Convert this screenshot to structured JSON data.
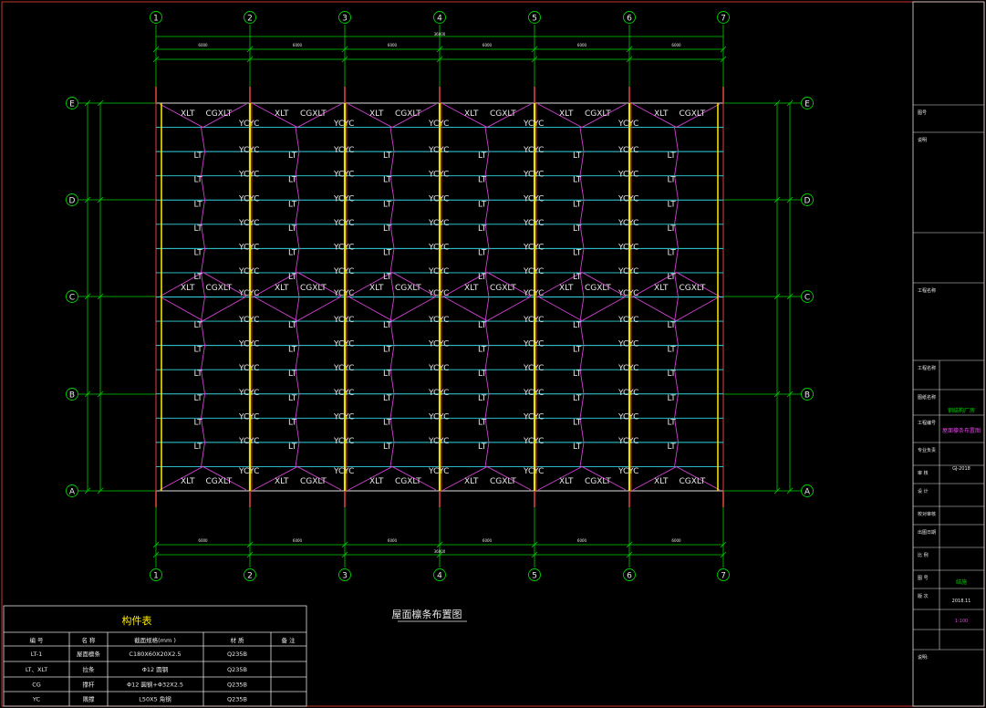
{
  "drawing": {
    "title": "屋面檩条布置图",
    "grid_columns": [
      "1",
      "2",
      "3",
      "4",
      "5",
      "6",
      "7"
    ],
    "grid_rows": [
      "E",
      "D",
      "C",
      "B",
      "A"
    ],
    "bay_dim": "6000",
    "total_dim": "36000",
    "labels": {
      "xlt": "XLT",
      "cgxlt": "CGXLT",
      "lt": "LT",
      "ycyc": "YCYC"
    }
  },
  "member_table": {
    "title": "构件表",
    "headers": [
      "编 号",
      "名 称",
      "截面规格(mm )",
      "材 质",
      "备 注"
    ],
    "rows": [
      [
        "LT-1",
        "屋面檩条",
        "C180X60X20X2.5",
        "Q235B",
        ""
      ],
      [
        "LT、XLT",
        "拉条",
        "Φ12 圆钢",
        "Q235B",
        ""
      ],
      [
        "CG",
        "撑杆",
        "Φ12 圆钢+Φ32X2.5",
        "Q235B",
        ""
      ],
      [
        "YC",
        "隅撑",
        "L50X5 角钢",
        "Q235B",
        ""
      ]
    ]
  },
  "title_block": {
    "labels": [
      "图号",
      "说明",
      "",
      "工程名称",
      "工程名称",
      "图纸名称",
      "工程编号",
      "专业负责",
      "审 核",
      "设 计",
      "校对审核",
      "出图日期",
      "比 例",
      "图 号",
      "版 次"
    ],
    "values": {
      "project": "钢结构厂房",
      "sheet": "屋面檩条布置图",
      "number": "GJ-2018",
      "design": "结施",
      "date": "2018.11",
      "version": "1:100"
    },
    "notes_title": "说明:"
  }
}
